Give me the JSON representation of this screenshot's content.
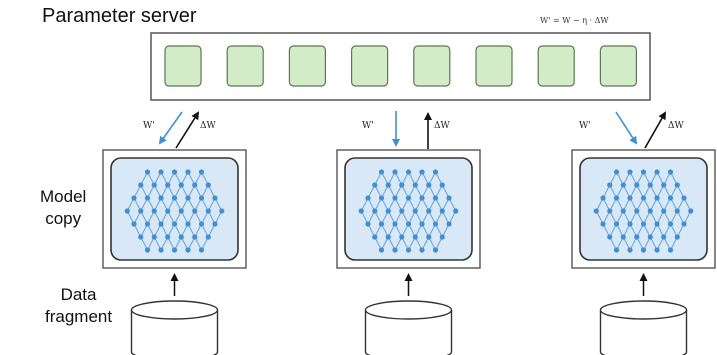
{
  "title": "Parameter server",
  "update_formula": "W' = W − η · ΔW",
  "labels": {
    "model_copy_line1": "Model",
    "model_copy_line2": "copy",
    "data_fragment_line1": "Data",
    "data_fragment_line2": "fragment"
  },
  "arrow_labels": {
    "down": "W'",
    "up": "ΔW"
  },
  "server": {
    "shard_count": 8
  },
  "workers": [
    {
      "down_label": "W'",
      "up_label": "ΔW"
    },
    {
      "down_label": "W'",
      "up_label": "ΔW"
    },
    {
      "down_label": "W'",
      "up_label": "ΔW"
    }
  ],
  "colors": {
    "shard_fill": "#d3ecc8",
    "shard_stroke": "#5a7a50",
    "screen_fill": "#d8e8f6",
    "node": "#3f8fd6",
    "edge": "#5a9fe0",
    "down_arrow": "#3f8fd6",
    "up_arrow": "#111111"
  }
}
